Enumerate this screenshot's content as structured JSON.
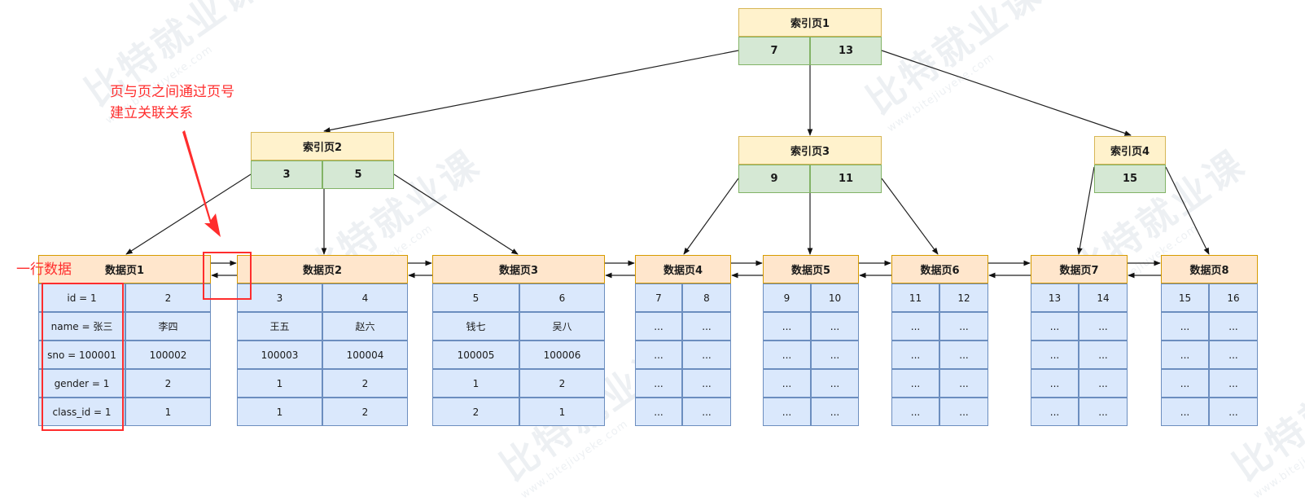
{
  "colors": {
    "index_header_bg": "#fff2cc",
    "index_cell_bg": "#d5e8d4",
    "data_header_bg": "#ffe6cc",
    "data_cell_bg": "#dae8fc",
    "annotation": "#ff2d2d"
  },
  "annotations": {
    "page_link_note_line1": "页与页之间通过页号",
    "page_link_note_line2": "建立关联关系",
    "row_note": "一行数据"
  },
  "index_pages": [
    {
      "id": "index-page-1",
      "title": "索引页1",
      "keys": [
        "7",
        "13"
      ]
    },
    {
      "id": "index-page-2",
      "title": "索引页2",
      "keys": [
        "3",
        "5"
      ]
    },
    {
      "id": "index-page-3",
      "title": "索引页3",
      "keys": [
        "9",
        "11"
      ]
    },
    {
      "id": "index-page-4",
      "title": "索引页4",
      "keys": [
        "15"
      ]
    }
  ],
  "data_pages": [
    {
      "id": "data-page-1",
      "title": "数据页1",
      "columns": [
        [
          "id = 1",
          "name = 张三",
          "sno = 100001",
          "gender = 1",
          "class_id = 1"
        ],
        [
          "2",
          "李四",
          "100002",
          "2",
          "1"
        ]
      ]
    },
    {
      "id": "data-page-2",
      "title": "数据页2",
      "columns": [
        [
          "3",
          "王五",
          "100003",
          "1",
          "1"
        ],
        [
          "4",
          "赵六",
          "100004",
          "2",
          "2"
        ]
      ]
    },
    {
      "id": "data-page-3",
      "title": "数据页3",
      "columns": [
        [
          "5",
          "钱七",
          "100005",
          "1",
          "2"
        ],
        [
          "6",
          "吴八",
          "100006",
          "2",
          "1"
        ]
      ]
    },
    {
      "id": "data-page-4",
      "title": "数据页4",
      "columns": [
        [
          "7",
          "...",
          "...",
          "...",
          "..."
        ],
        [
          "8",
          "...",
          "...",
          "...",
          "..."
        ]
      ]
    },
    {
      "id": "data-page-5",
      "title": "数据页5",
      "columns": [
        [
          "9",
          "...",
          "...",
          "...",
          "..."
        ],
        [
          "10",
          "...",
          "...",
          "...",
          "..."
        ]
      ]
    },
    {
      "id": "data-page-6",
      "title": "数据页6",
      "columns": [
        [
          "11",
          "...",
          "...",
          "...",
          "..."
        ],
        [
          "12",
          "...",
          "...",
          "...",
          "..."
        ]
      ]
    },
    {
      "id": "data-page-7",
      "title": "数据页7",
      "columns": [
        [
          "13",
          "...",
          "...",
          "...",
          "..."
        ],
        [
          "14",
          "...",
          "...",
          "...",
          "..."
        ]
      ]
    },
    {
      "id": "data-page-8",
      "title": "数据页8",
      "columns": [
        [
          "15",
          "...",
          "...",
          "...",
          "..."
        ],
        [
          "16",
          "...",
          "...",
          "...",
          "..."
        ]
      ]
    }
  ],
  "watermark": {
    "text": "比特就业课",
    "subtext": "www.bitejiuyeke.com"
  }
}
